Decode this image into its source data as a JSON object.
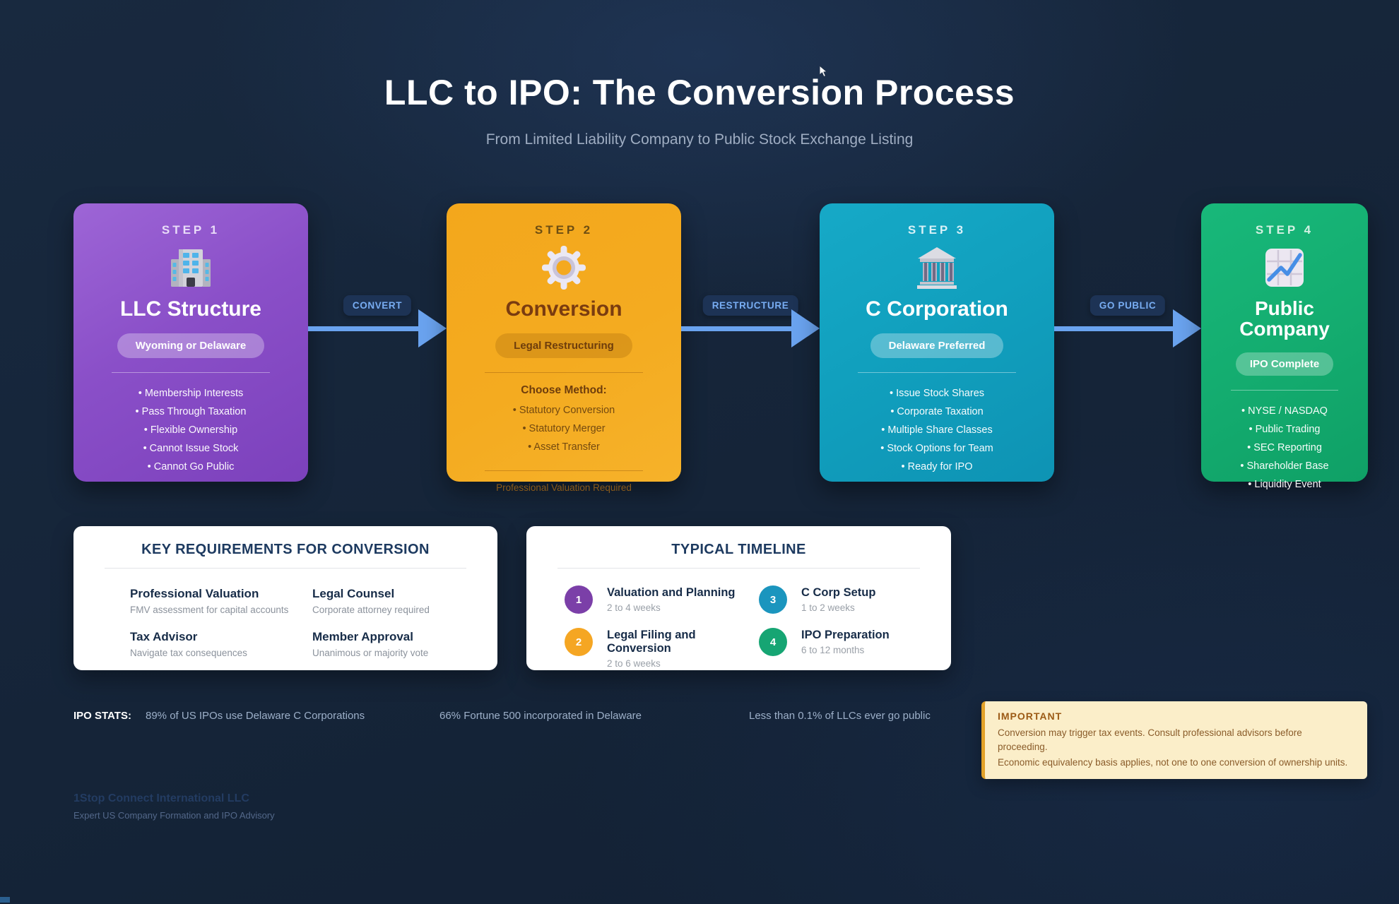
{
  "header": {
    "title": "LLC to IPO: The Conversion Process",
    "subtitle": "From Limited Liability Company to Public Stock Exchange Listing"
  },
  "steps": [
    {
      "step_label": "STEP 1",
      "icon": "building-icon",
      "title": "LLC Structure",
      "badge": "Wyoming or Delaware",
      "bullets": [
        "Membership Interests",
        "Pass Through Taxation",
        "Flexible Ownership",
        "Cannot Issue Stock",
        "Cannot Go Public"
      ]
    },
    {
      "step_label": "STEP 2",
      "icon": "gear-icon",
      "title": "Conversion",
      "badge": "Legal Restructuring",
      "list_heading": "Choose Method:",
      "bullets": [
        "Statutory Conversion",
        "Statutory Merger",
        "Asset Transfer"
      ],
      "footnote": "Professional Valuation Required"
    },
    {
      "step_label": "STEP 3",
      "icon": "bank-icon",
      "title": "C Corporation",
      "badge": "Delaware Preferred",
      "bullets": [
        "Issue Stock Shares",
        "Corporate Taxation",
        "Multiple Share Classes",
        "Stock Options for Team",
        "Ready for IPO"
      ]
    },
    {
      "step_label": "STEP 4",
      "icon": "chart-icon",
      "title": "Public Company",
      "badge": "IPO Complete",
      "bullets": [
        "NYSE / NASDAQ",
        "Public Trading",
        "SEC Reporting",
        "Shareholder Base",
        "Liquidity Event"
      ]
    }
  ],
  "arrows": [
    {
      "label": "CONVERT"
    },
    {
      "label": "RESTRUCTURE"
    },
    {
      "label": "GO PUBLIC"
    }
  ],
  "requirements": {
    "title": "KEY REQUIREMENTS FOR CONVERSION",
    "items": [
      {
        "title": "Professional Valuation",
        "desc": "FMV assessment for capital accounts"
      },
      {
        "title": "Legal Counsel",
        "desc": "Corporate attorney required"
      },
      {
        "title": "Tax Advisor",
        "desc": "Navigate tax consequences"
      },
      {
        "title": "Member Approval",
        "desc": "Unanimous or majority vote"
      }
    ]
  },
  "timeline": {
    "title": "TYPICAL TIMELINE",
    "items": [
      {
        "num": "1",
        "title": "Valuation and Planning",
        "desc": "2 to 4 weeks",
        "color": "#7b3fa8"
      },
      {
        "num": "3",
        "title": "C Corp Setup",
        "desc": "1 to 2 weeks",
        "color": "#1b95be"
      },
      {
        "num": "2",
        "title": "Legal Filing and Conversion",
        "desc": "2 to 6 weeks",
        "color": "#f5a623"
      },
      {
        "num": "4",
        "title": "IPO Preparation",
        "desc": "6 to 12 months",
        "color": "#16a573"
      }
    ]
  },
  "stats": {
    "label": "IPO STATS:",
    "items": [
      "89% of US IPOs use Delaware C Corporations",
      "66% Fortune 500 incorporated in Delaware",
      "Less than 0.1% of LLCs ever go public"
    ]
  },
  "important": {
    "title": "IMPORTANT",
    "lines": [
      "Conversion may trigger tax events. Consult professional advisors before proceeding.",
      "Economic equivalency basis applies, not one to one conversion of ownership units."
    ]
  },
  "footer": {
    "company": "1Stop Connect International LLC",
    "tagline": "Expert US Company Formation and IPO Advisory"
  },
  "colors": {
    "background": "#15243c",
    "card_llc": "#8a4fc8",
    "card_conversion": "#f4ab20",
    "card_ccorp": "#11a0be",
    "card_public": "#14ad70",
    "arrow": "#6aa3ef",
    "arrow_badge_bg": "#1d3355",
    "arrow_badge_text": "#78adf3",
    "box_title": "#1d3a60",
    "important_bg": "#fbeec9",
    "important_border": "#e2a22a"
  }
}
